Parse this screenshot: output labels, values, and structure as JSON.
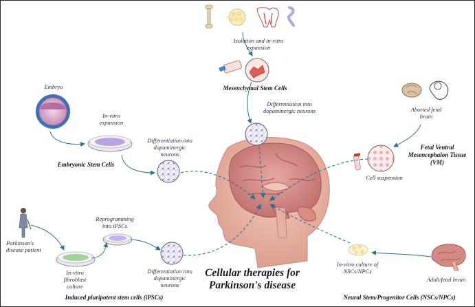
{
  "title": {
    "line1": "Cellular therapies for",
    "line2": "Parkinson's disease"
  },
  "sources": {
    "msc": {
      "isolation": "Isolation and in-vitro expansion",
      "name": "Mesenchymal Stem Cells",
      "differentiation": "Differentiation into dopaminergic neurons"
    },
    "esc": {
      "embryo": "Embryo",
      "expansion": "In-vitro expansion",
      "name": "Embryonic Stem Cells",
      "differentiation": "Differentiation into dopaminergic neurons"
    },
    "vm": {
      "aborted": "Aborted fetal brain",
      "name": "Fetal Ventral Mesencephalon Tissue (VM)",
      "suspension": "Cell suspension"
    },
    "ipsc": {
      "patient": "Parkinson's disease patient",
      "fibroblast": "In-vitro fibroblast culture",
      "reprogramming": "Reprogramming into iPSCs",
      "differentiation": "Differentiation into dopaminergic neurons",
      "name": "Induced pluripotent stem cells (iPSCs)"
    },
    "nsc": {
      "culture": "In-vitro culture of NSCs/NPCs",
      "adult": "Adult/fetal brain",
      "name": "Neural Stem/Progenitor Cells (NSCs/NPCs)"
    }
  },
  "colors": {
    "arrow": "#2f6f8f",
    "dish_purple": "#b9a3e0",
    "dish_green": "#9fd39a",
    "neuron": "#8a7fc2",
    "msc_cell": "#e25c57",
    "vm_cell": "#e8a0a4",
    "brain_pink": "#d48a87",
    "head_skin": "#e9b3a6"
  },
  "icons": [
    "bone-icon",
    "fat-cells-icon",
    "tooth-icon",
    "umbilical-cord-icon",
    "culture-flask-icon",
    "fetus-icon",
    "fetal-brain-icon",
    "test-tube-icon",
    "patient-icon",
    "adult-brain-icon"
  ]
}
